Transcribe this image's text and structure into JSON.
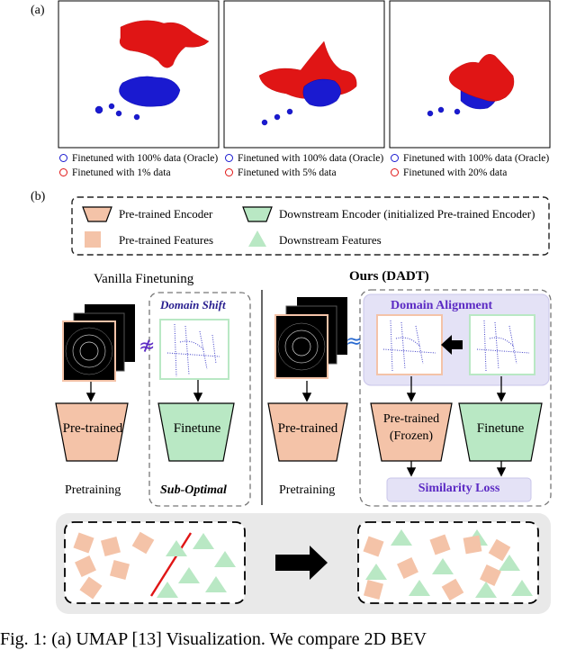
{
  "panel_a": {
    "label": "(a)",
    "plots": [
      {
        "legend_blue": "Finetuned with 100% data (Oracle)",
        "legend_red": "Finetuned with 1% data"
      },
      {
        "legend_blue": "Finetuned with 100% data (Oracle)",
        "legend_red": "Finetuned with 5% data"
      },
      {
        "legend_blue": "Finetuned with 100% data (Oracle)",
        "legend_red": "Finetuned with 20% data"
      }
    ]
  },
  "panel_b": {
    "label": "(b)",
    "legend": {
      "pretrained_encoder": "Pre-trained Encoder",
      "downstream_encoder": "Downstream Encoder (initialized Pre-trained Encoder)",
      "pretrained_features": "Pre-trained Features",
      "downstream_features": "Downstream Features"
    },
    "left": {
      "title": "Vanilla Finetuning",
      "domain_shift": "Domain Shift",
      "approx": "≉",
      "encoder1": "Pre-trained",
      "encoder2": "Finetune",
      "caption1": "Pretraining",
      "caption2": "Sub-Optimal"
    },
    "right": {
      "title": "Ours (DADT)",
      "domain_alignment": "Domain Alignment",
      "approx": "≈",
      "encoder1": "Pre-trained",
      "encoder2_line1": "Pre-trained",
      "encoder2_line2": "(Frozen)",
      "encoder3": "Finetune",
      "caption1": "Pretraining",
      "similarity_loss": "Similarity Loss"
    }
  },
  "bottom_caption": "Fig. 1: (a) UMAP [13] Visualization. We compare 2D BEV",
  "colors": {
    "blue": "#1a1ad0",
    "red": "#e01515",
    "salmon": "#f4c3a8",
    "green": "#b9e8c4",
    "purple": "#5c2bc4",
    "panel_lavender": "#e4e2f6",
    "gray_bg": "#e9e9e9"
  }
}
